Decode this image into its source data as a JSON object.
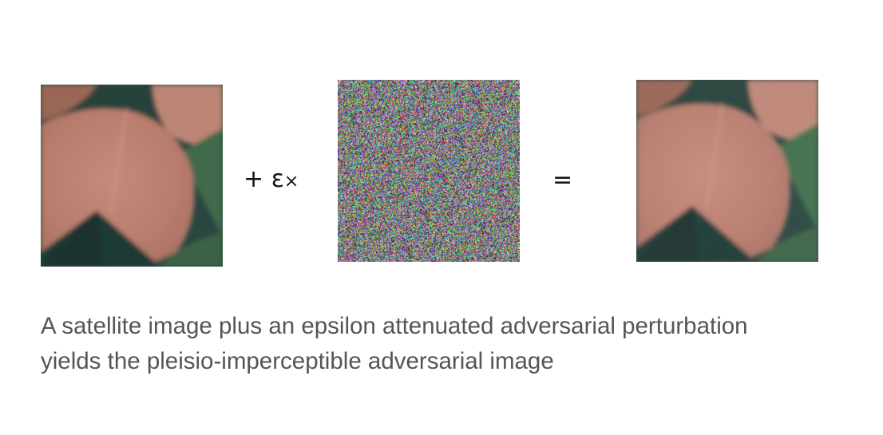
{
  "figure": {
    "operators": {
      "plus": "+",
      "epsilon": "ε",
      "times": "×",
      "equals": "="
    },
    "colors": {
      "field_pink": "#b87b6c",
      "field_dark_green": "#23403a",
      "field_green": "#3f6b48",
      "field_light_pink": "#c4897a",
      "operator_text": "#111111",
      "caption_text": "#555555"
    }
  },
  "caption": {
    "line1": "A satellite image plus an epsilon attenuated adversarial perturbation",
    "line2": "yields the pleisio-imperceptible adversarial image"
  }
}
